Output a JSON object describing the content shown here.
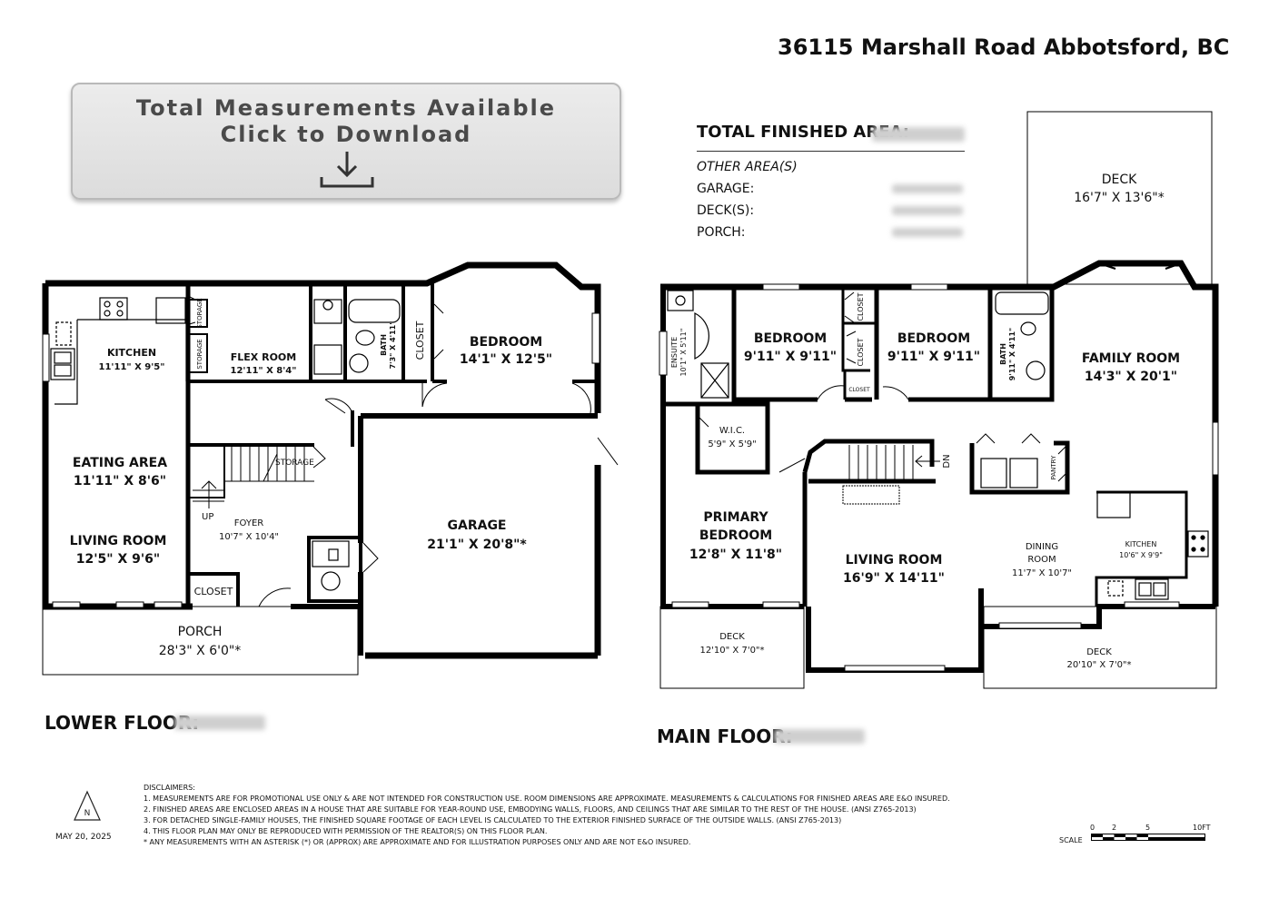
{
  "address": "36115 Marshall Road Abbotsford, BC",
  "download": {
    "line1": "Total Measurements Available",
    "line2": "Click to Download",
    "icon": "download-icon"
  },
  "areas": {
    "total_label": "TOTAL FINISHED AREA:",
    "other_label": "OTHER AREA(S)",
    "garage_label": "GARAGE:",
    "decks_label": "DECK(S):",
    "porch_label": "PORCH:"
  },
  "lower_floor": {
    "label": "LOWER FLOOR:",
    "rooms": {
      "kitchen": {
        "name": "KITCHEN",
        "dim": "11'11\" X 9'5\""
      },
      "flex": {
        "name": "FLEX ROOM",
        "dim": "12'11\" X 8'4\""
      },
      "bath": {
        "name": "BATH",
        "dim": "7'3\" X 4'11\""
      },
      "closet_top": "CLOSET",
      "bedroom": {
        "name": "BEDROOM",
        "dim": "14'1\" X 12'5\""
      },
      "storage1": "STORAGE",
      "storage2": "STORAGE",
      "storage_stairs": "STORAGE",
      "eating": {
        "name": "EATING AREA",
        "dim": "11'11\" X 8'6\""
      },
      "living": {
        "name": "LIVING ROOM",
        "dim": "12'5\" X 9'6\""
      },
      "up": "UP",
      "foyer": {
        "name": "FOYER",
        "dim": "10'7\" X 10'4\""
      },
      "closet_foyer": "CLOSET",
      "garage": {
        "name": "GARAGE",
        "dim": "21'1\" X 20'8\"*"
      },
      "porch": {
        "name": "PORCH",
        "dim": "28'3\" X 6'0\"*"
      }
    }
  },
  "main_floor": {
    "label": "MAIN FLOOR:",
    "rooms": {
      "deck_top": {
        "name": "DECK",
        "dim": "16'7\" X 13'6\"*"
      },
      "ensuite": {
        "name": "ENSUITE",
        "dim": "10'1\" X 5'11\""
      },
      "bedroom1": {
        "name": "BEDROOM",
        "dim": "9'11\" X 9'11\""
      },
      "closet1": "CLOSET",
      "bedroom2": {
        "name": "BEDROOM",
        "dim": "9'11\" X 9'11\""
      },
      "closet2": "CLOSET",
      "closet3": "CLOSET",
      "bath": {
        "name": "BATH",
        "dim": "9'11\" X 4'11\""
      },
      "family": {
        "name": "FAMILY ROOM",
        "dim": "14'3\" X 20'1\""
      },
      "wic": {
        "name": "W.I.C.",
        "dim": "5'9\" X 5'9\""
      },
      "dn": "DN",
      "pantry": "PANTRY",
      "primary": {
        "name1": "PRIMARY",
        "name2": "BEDROOM",
        "dim": "12'8\" X 11'8\""
      },
      "living": {
        "name": "LIVING ROOM",
        "dim": "16'9\" X 14'11\""
      },
      "dining": {
        "name1": "DINING",
        "name2": "ROOM",
        "dim": "11'7\" X 10'7\""
      },
      "kitchen": {
        "name": "KITCHEN",
        "dim": "10'6\" X 9'9\""
      },
      "deck_left": {
        "name": "DECK",
        "dim": "12'10\" X 7'0\"*"
      },
      "deck_right": {
        "name": "DECK",
        "dim": "20'10\" X 7'0\"*"
      }
    }
  },
  "compass": {
    "letter": "N",
    "icon": "north-arrow-icon"
  },
  "date": "MAY 20, 2025",
  "disclaimers": {
    "heading": "DISCLAIMERS:",
    "items": [
      "1. MEASUREMENTS ARE FOR PROMOTIONAL USE ONLY & ARE NOT INTENDED FOR CONSTRUCTION USE. ROOM DIMENSIONS ARE APPROXIMATE. MEASUREMENTS & CALCULATIONS FOR FINISHED AREAS ARE E&O INSURED.",
      "2. FINISHED AREAS ARE ENCLOSED AREAS IN A HOUSE THAT ARE SUITABLE FOR YEAR-ROUND USE, EMBODYING WALLS, FLOORS, AND CEILINGS THAT ARE SIMILAR TO THE REST OF THE HOUSE. (ANSI Z765-2013)",
      "3. FOR DETACHED SINGLE-FAMILY HOUSES, THE FINISHED SQUARE FOOTAGE OF EACH LEVEL IS CALCULATED TO THE EXTERIOR FINISHED SURFACE OF THE OUTSIDE WALLS. (ANSI Z765-2013)",
      "4. THIS FLOOR PLAN MAY ONLY BE REPRODUCED WITH PERMISSION OF THE REALTOR(S) ON THIS FLOOR PLAN.",
      "* ANY MEASUREMENTS WITH AN ASTERISK (*) OR (APPROX) ARE APPROXIMATE AND FOR ILLUSTRATION PURPOSES ONLY AND ARE NOT E&O INSURED."
    ]
  },
  "scale": {
    "label": "SCALE",
    "ticks": [
      "0",
      "2",
      "5",
      "10FT"
    ]
  }
}
